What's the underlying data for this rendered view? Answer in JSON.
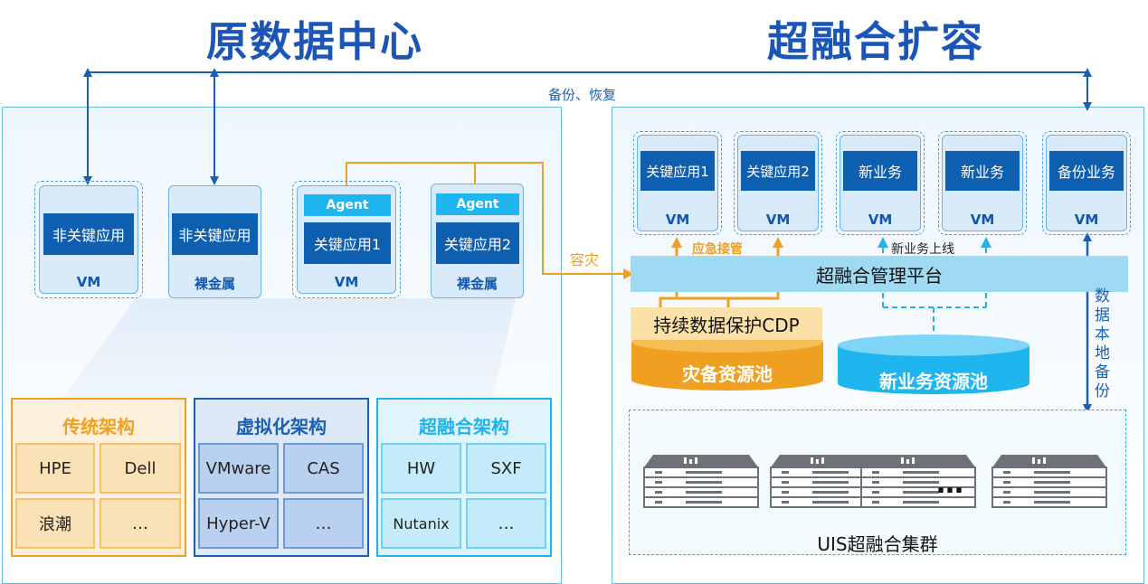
{
  "titles": {
    "left": "原数据中心",
    "right": "超融合扩容"
  },
  "backup_restore_label": "备份、恢复",
  "left_vms": [
    {
      "app": "非关键应用",
      "host": "VM"
    },
    {
      "app": "非关键应用",
      "host": "裸金属"
    },
    {
      "agent": "Agent",
      "app": "关键应用1",
      "host": "VM"
    },
    {
      "agent": "Agent",
      "app": "关键应用2",
      "host": "裸金属"
    }
  ],
  "disaster_recovery_label": "容灾",
  "architectures": [
    {
      "title": "传统架构",
      "color": "#f0a020",
      "items": [
        "HPE",
        "Dell",
        "浪潮",
        "…"
      ]
    },
    {
      "title": "虚拟化架构",
      "color": "#1a5fb4",
      "items": [
        "VMware",
        "CAS",
        "Hyper-V",
        "…"
      ]
    },
    {
      "title": "超融合架构",
      "color": "#22b2ea",
      "items": [
        "HW",
        "SXF",
        "Nutanix",
        "…"
      ]
    }
  ],
  "right_vms": [
    {
      "app": "关键应用1",
      "host": "VM"
    },
    {
      "app": "关键应用2",
      "host": "VM"
    },
    {
      "app": "新业务",
      "host": "VM"
    },
    {
      "app": "新业务",
      "host": "VM"
    },
    {
      "app": "备份业务",
      "host": "VM"
    }
  ],
  "emergency_label": "应急接管",
  "new_biz_online_label": "新业务上线",
  "platform_label": "超融合管理平台",
  "cdp_label": "持续数据保护CDP",
  "dr_pool_label": "灾备资源池",
  "new_pool_label": "新业务资源池",
  "local_backup_label": "数据本地备份",
  "cluster_label": "UIS超融合集群",
  "ellipsis": "…",
  "colors": {
    "title": "#1b56b6",
    "vm_box": "#0f5fb0",
    "orange": "#f0a020",
    "cyan": "#1fb6ef",
    "arrow": "#1a5fb4"
  }
}
